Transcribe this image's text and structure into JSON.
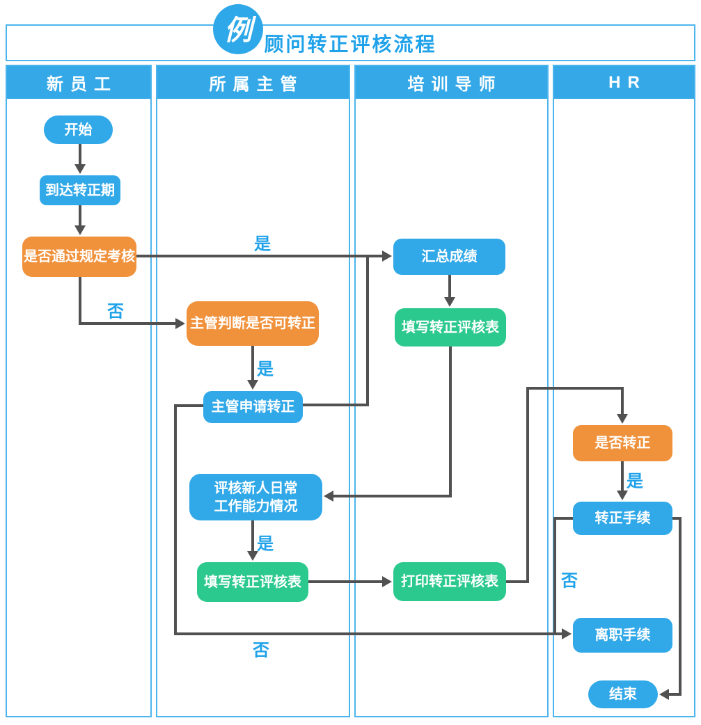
{
  "title": {
    "badge": "例",
    "text": "顾问转正评核流程"
  },
  "lanes": [
    {
      "label": "新员工"
    },
    {
      "label": "所属主管"
    },
    {
      "label": "培训导师"
    },
    {
      "label": "HR"
    }
  ],
  "nodes": {
    "start": {
      "label": "开始",
      "type": "terminal",
      "color": "blue"
    },
    "reach_period": {
      "label": "到达转正期",
      "type": "process",
      "color": "blue"
    },
    "pass_exam": {
      "label": "是否通过规定考核",
      "type": "decision",
      "color": "orange"
    },
    "supervisor_judge": {
      "label": "主管判断是否可转正",
      "type": "decision",
      "color": "orange"
    },
    "supervisor_apply": {
      "label": "主管申请转正",
      "type": "process",
      "color": "blue"
    },
    "evaluate": {
      "line1": "评核新人日常",
      "line2": "工作能力情况",
      "type": "process",
      "color": "blue"
    },
    "fill_form_supervisor": {
      "label": "填写转正评核表",
      "type": "process",
      "color": "green"
    },
    "summarize": {
      "label": "汇总成绩",
      "type": "process",
      "color": "blue"
    },
    "fill_form_mentor": {
      "label": "填写转正评核表",
      "type": "process",
      "color": "green"
    },
    "print_form": {
      "label": "打印转正评核表",
      "type": "process",
      "color": "green"
    },
    "confirm_regular": {
      "label": "是否转正",
      "type": "decision",
      "color": "orange"
    },
    "regular_procedure": {
      "label": "转正手续",
      "type": "process",
      "color": "blue"
    },
    "resign_procedure": {
      "label": "离职手续",
      "type": "process",
      "color": "blue"
    },
    "end": {
      "label": "结束",
      "type": "terminal",
      "color": "blue"
    }
  },
  "edge_labels": {
    "pass_yes": "是",
    "pass_no": "否",
    "judge_yes": "是",
    "evaluate_yes": "是",
    "confirm_yes": "是",
    "confirm_no": "否",
    "apply_no": "否"
  },
  "colors": {
    "node_blue": "#31a8e8",
    "node_orange": "#f0913b",
    "node_green": "#2bc98e",
    "lane_header_blue": "#35a9e8",
    "frame_border_blue": "#4db5ed",
    "connector_gray": "#515151",
    "label_blue": "#1fa2e9"
  }
}
